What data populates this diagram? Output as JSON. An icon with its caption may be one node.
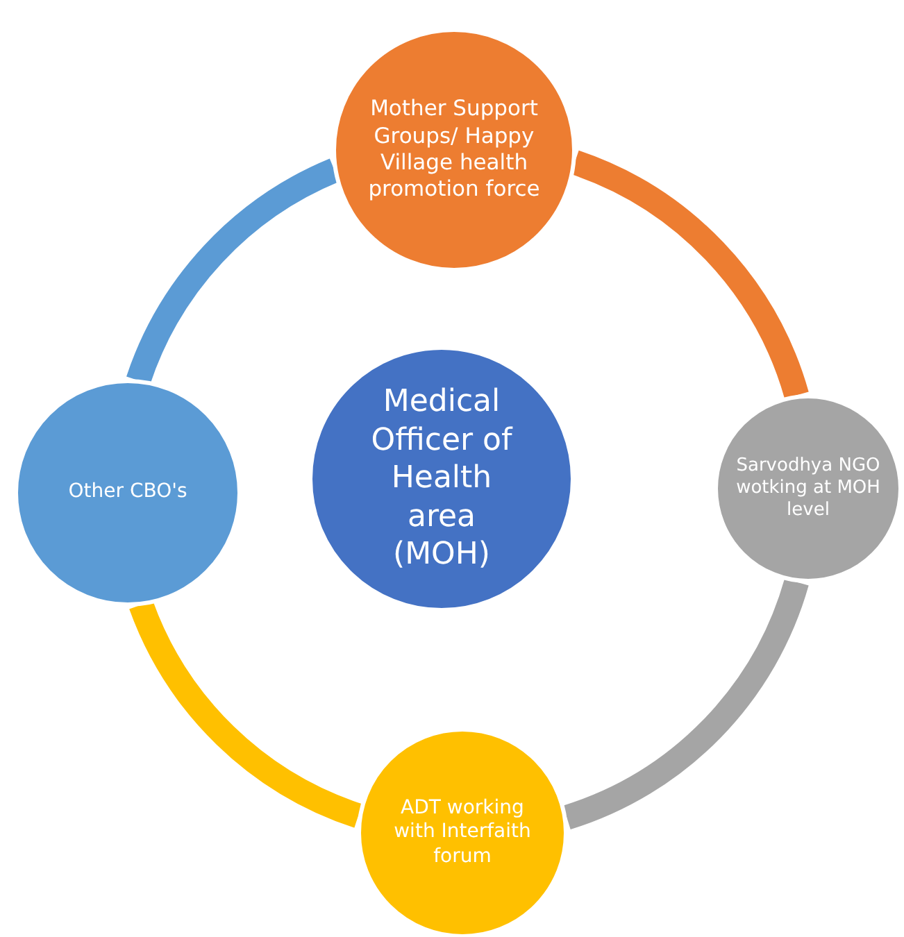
{
  "diagram": {
    "nodes": [
      {
        "text": [
          "Medical Officer of Health area (MOH)"
        ]
      },
      {
        "text": [
          "Mother Support Groups/ Happy Village health promotion force"
        ]
      },
      {
        "text": [
          "Sarvodhya NGO wotking at MOH level"
        ]
      },
      {
        "text": [
          "ADT working with Interfaith forum"
        ]
      },
      {
        "text": [
          "Other CBO's"
        ]
      }
    ],
    "edges": [
      {
        "from": 1,
        "to": 2,
        "arrow": "none",
        "color": "#ed7d31"
      },
      {
        "from": 2,
        "to": 3,
        "arrow": "none",
        "color": "#a5a5a5"
      },
      {
        "from": 3,
        "to": 4,
        "arrow": "none",
        "color": "#ffc000"
      },
      {
        "from": 4,
        "to": 1,
        "arrow": "none",
        "color": "#5b9bd5"
      }
    ]
  }
}
